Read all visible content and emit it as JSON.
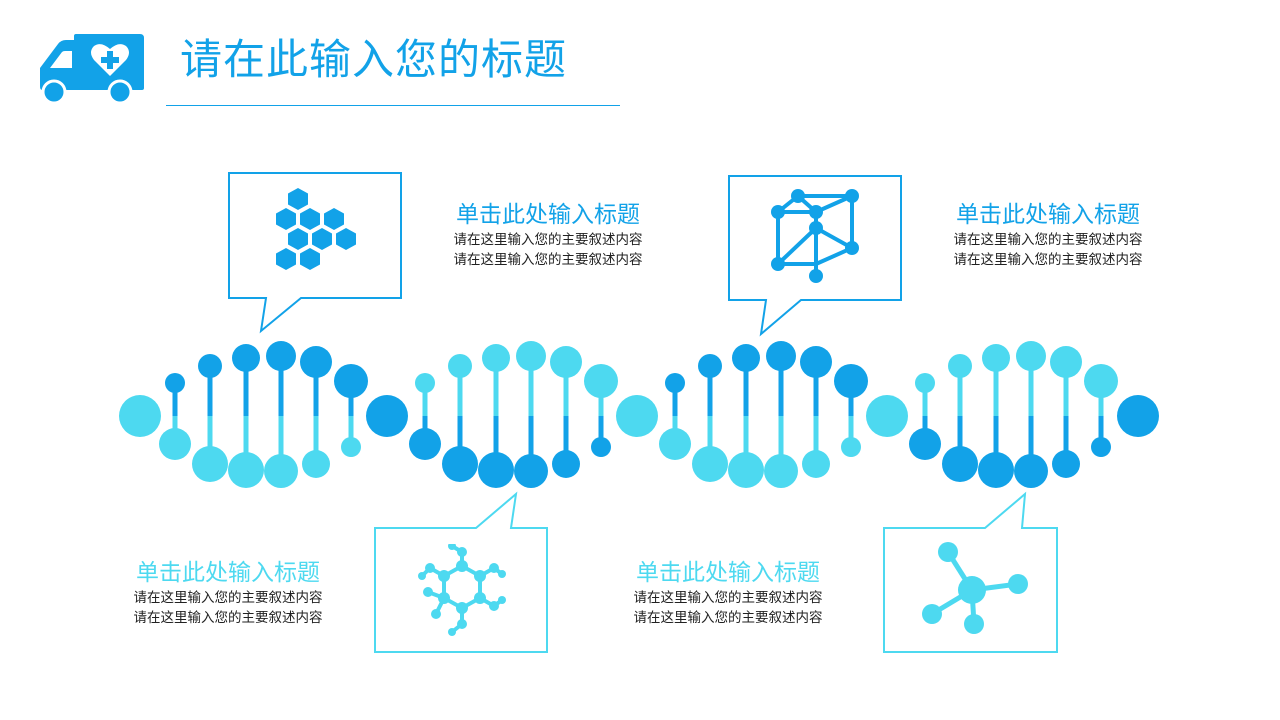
{
  "title": "请在此输入您的标题",
  "colors": {
    "dark": "#12A2E8",
    "light": "#4DD9F0",
    "text": "#222222",
    "bubble_dark": "#12A2E8",
    "bubble_light": "#4DD9F0"
  },
  "header_icon": "ambulance-heart-icon",
  "items": [
    {
      "title": "单击此处输入标题",
      "desc_line1": "请在这里输入您的主要叙述内容",
      "desc_line2": "请在这里输入您的主要叙述内容",
      "icon": "hexagon-cluster-icon",
      "tone": "dark"
    },
    {
      "title": "单击此处输入标题",
      "desc_line1": "请在这里输入您的主要叙述内容",
      "desc_line2": "请在这里输入您的主要叙述内容",
      "icon": "cube-network-icon",
      "tone": "dark"
    },
    {
      "title": "单击此处输入标题",
      "desc_line1": "请在这里输入您的主要叙述内容",
      "desc_line2": "请在这里输入您的主要叙述内容",
      "icon": "hexagon-molecule-icon",
      "tone": "light"
    },
    {
      "title": "单击此处输入标题",
      "desc_line1": "请在这里输入您的主要叙述内容",
      "desc_line2": "请在这里输入您的主要叙述内容",
      "icon": "molecule-node-icon",
      "tone": "light"
    }
  ]
}
